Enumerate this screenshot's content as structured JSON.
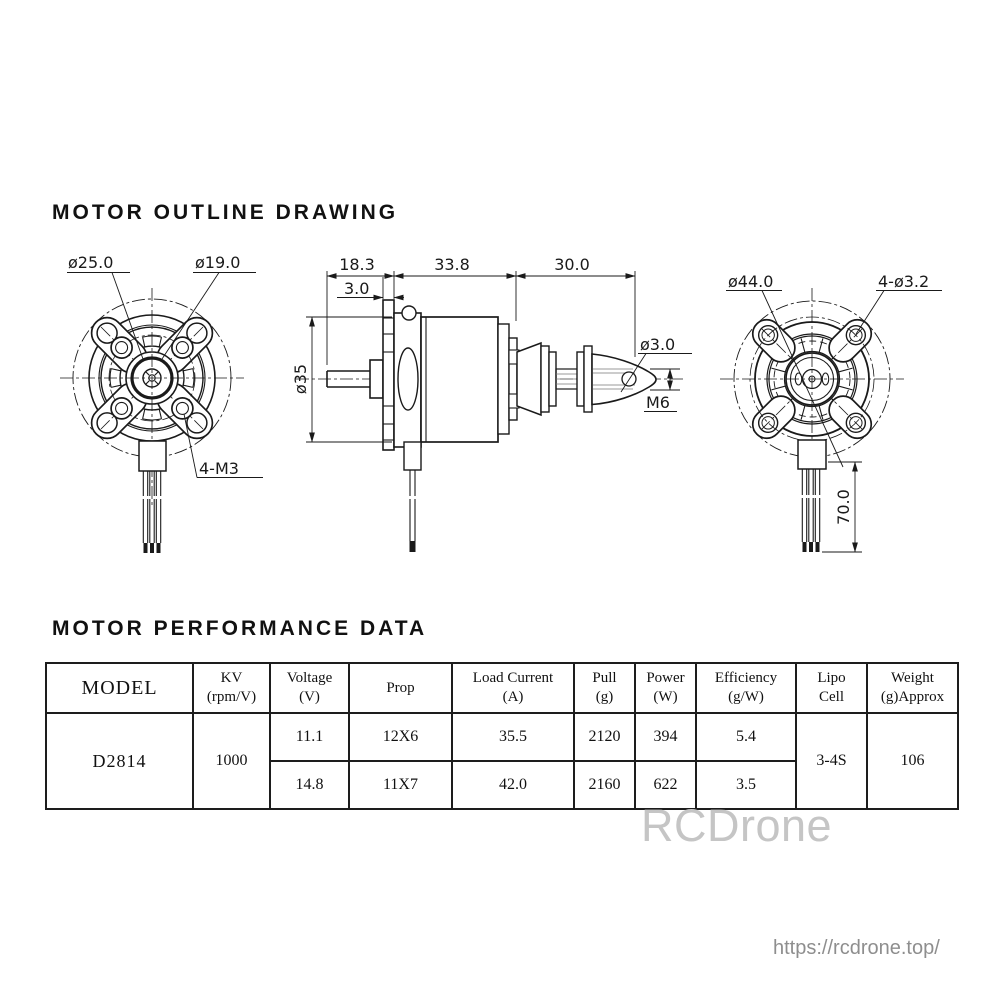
{
  "titles": {
    "outline": "MOTOR OUTLINE DRAWING",
    "performance": "MOTOR PERFORMANCE DATA"
  },
  "drawing": {
    "front_view": {
      "dia_ring_outer": "ø25.0",
      "dia_ring_inner": "ø19.0",
      "mount_thread": "4-M3"
    },
    "side_view": {
      "rear_len": "18.3",
      "body_len": "33.8",
      "shaft_len": "30.0",
      "flange_thk": "3.0",
      "body_dia": "ø35",
      "hole_dia": "ø3.0",
      "shaft_thread": "M6"
    },
    "back_view": {
      "outer_dia": "ø44.0",
      "mount_holes": "4-ø3.2",
      "wire_len": "70.0"
    }
  },
  "table": {
    "headers": [
      {
        "l1": "MODEL",
        "l2": ""
      },
      {
        "l1": "KV",
        "l2": "(rpm/V)"
      },
      {
        "l1": "Voltage",
        "l2": "(V)"
      },
      {
        "l1": "Prop",
        "l2": ""
      },
      {
        "l1": "Load Current",
        "l2": "(A)"
      },
      {
        "l1": "Pull",
        "l2": "(g)"
      },
      {
        "l1": "Power",
        "l2": "(W)"
      },
      {
        "l1": "Efficiency",
        "l2": "(g/W)"
      },
      {
        "l1": "Lipo",
        "l2": "Cell"
      },
      {
        "l1": "Weight",
        "l2": "(g)Approx"
      }
    ],
    "model": "D2814",
    "kv": "1000",
    "rows": [
      {
        "voltage": "11.1",
        "prop": "12X6",
        "load_current": "35.5",
        "pull": "2120",
        "power": "394",
        "efficiency": "5.4"
      },
      {
        "voltage": "14.8",
        "prop": "11X7",
        "load_current": "42.0",
        "pull": "2160",
        "power": "622",
        "efficiency": "3.5"
      }
    ],
    "lipo_cell": "3-4S",
    "weight": "106"
  },
  "watermark": "RCDrone",
  "footer_url": "https://rcdrone.top/",
  "colors": {
    "line": "#1a1a1a",
    "watermark": "#c5c5c5",
    "footer_text": "#8e8e8e"
  }
}
